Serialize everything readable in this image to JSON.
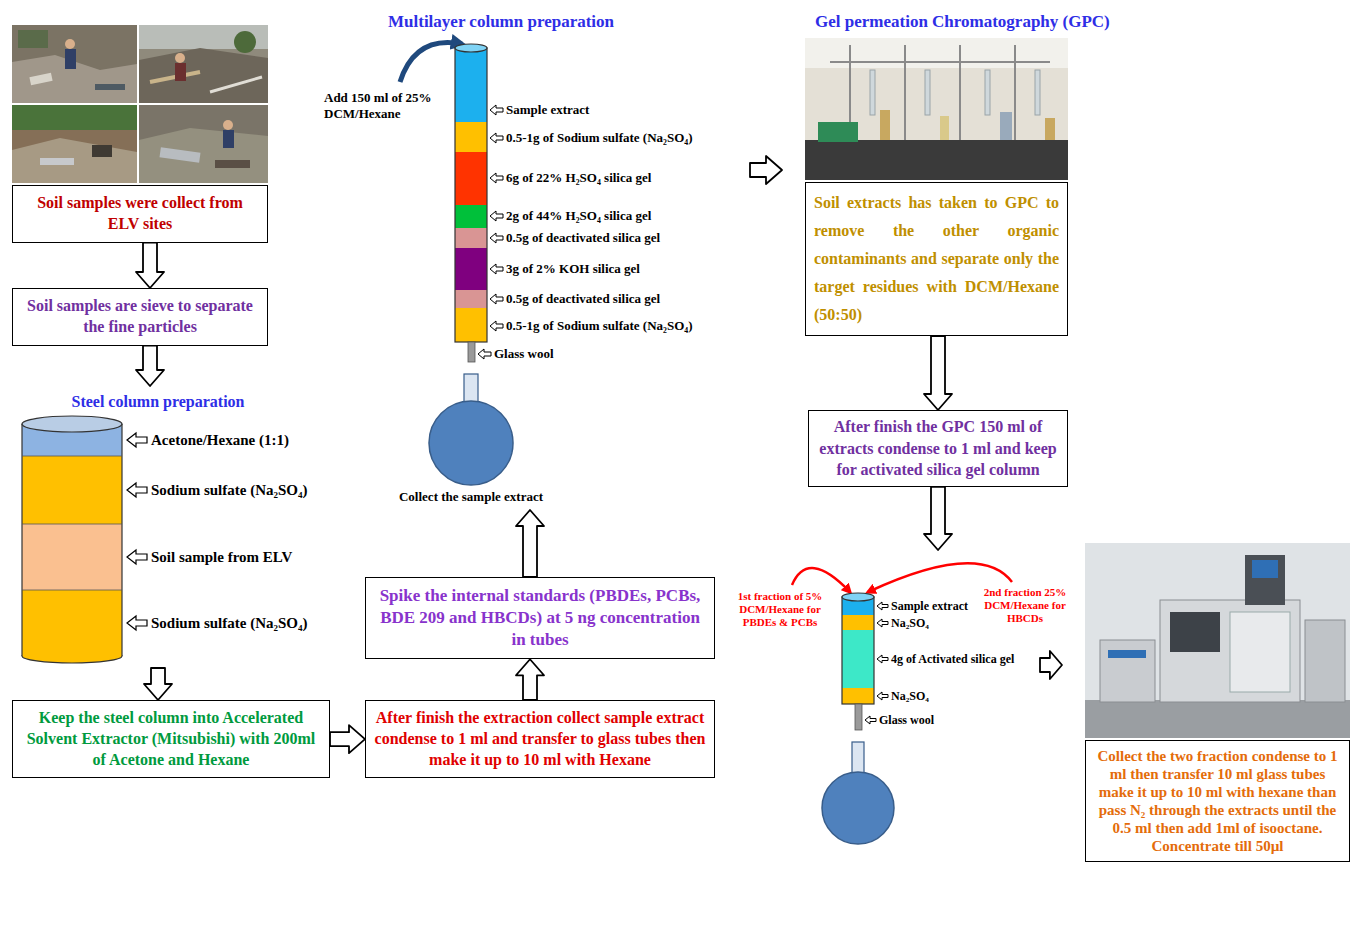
{
  "diagram": {
    "nodes": [
      {
        "text": [
          "Soil samples were collect from ELV sites"
        ]
      },
      {
        "text": [
          "Soil samples are sieve to separate the fine particles"
        ]
      },
      {
        "text": [
          "Steel column preparation",
          "Acetone/Hexane (1:1)",
          "Sodium sulfate (Na₂SO₄)",
          "Soil sample from ELV",
          "Sodium sulfate (Na₂SO₄)"
        ]
      },
      {
        "text": [
          "Keep the steel column into Accelerated Solvent Extractor (Mitsubishi) with 200ml of Acetone and Hexane"
        ]
      },
      {
        "text": [
          "After finish the extraction collect sample extract condense to 1 ml and transfer to glass tubes then make it up to 10 ml with Hexane"
        ]
      },
      {
        "text": [
          "Spike the internal standards (PBDEs, PCBs, BDE 209 and HBCDs) at 5 ng concentration in tubes"
        ]
      },
      {
        "text": [
          "Multilayer column preparation",
          "Sample extract",
          "0.5-1g of Sodium sulfate (Na₂SO₄)",
          "6g of 22% H₂SO₄ silica gel",
          "2g of 44% H₂SO₄ silica gel",
          "0.5g of deactivated silica gel",
          "3g of 2% KOH silica gel",
          "0.5g of deactivated silica gel",
          "0.5-1g of Sodium sulfate (Na₂SO₄)",
          "Glass wool"
        ]
      },
      {
        "text": [
          "Gel permeation Chromatography (GPC)",
          "Soil extracts has taken to GPC to remove the other organic contaminants and separate only the target residues with DCM/Hexane (50:50)"
        ]
      },
      {
        "text": [
          "After finish the GPC 150 ml of extracts condense to 1 ml and keep for activated silica gel column"
        ]
      },
      {
        "text": [
          "Sample extract",
          "Na₂SO₄",
          "4g of Activated silica gel",
          "Na₂SO₄",
          "Glass wool"
        ]
      },
      {
        "text": [
          "Collect the two fraction condense to 1 ml then transfer 10 ml glass tubes make it up to 10 ml with hexane than pass N₂ through the extracts until the 0.5 ml then add 1ml of isooctane. Concentrate till 50µl"
        ]
      }
    ],
    "edges": [
      {
        "from": 0,
        "to": 1,
        "arrow": "to"
      },
      {
        "from": 1,
        "to": 2,
        "arrow": "to"
      },
      {
        "from": 2,
        "to": 3,
        "arrow": "to"
      },
      {
        "from": 3,
        "to": 4,
        "arrow": "to"
      },
      {
        "from": 4,
        "to": 5,
        "arrow": "to"
      },
      {
        "from": 5,
        "to": 6,
        "arrow": "to"
      },
      {
        "from": 6,
        "to": 7,
        "arrow": "to"
      },
      {
        "from": 7,
        "to": 8,
        "arrow": "to"
      },
      {
        "from": 8,
        "to": 9,
        "arrow": "to"
      },
      {
        "from": 9,
        "to": 10,
        "arrow": "to"
      }
    ],
    "labels": [
      "Add 150 ml of 25% DCM/Hexane",
      "Collect the sample extract",
      "1st fraction of 5% DCM/Hexane for PBDEs & PCBs",
      "2nd fraction 25% DCM/Hexane for HBCDs"
    ]
  }
}
